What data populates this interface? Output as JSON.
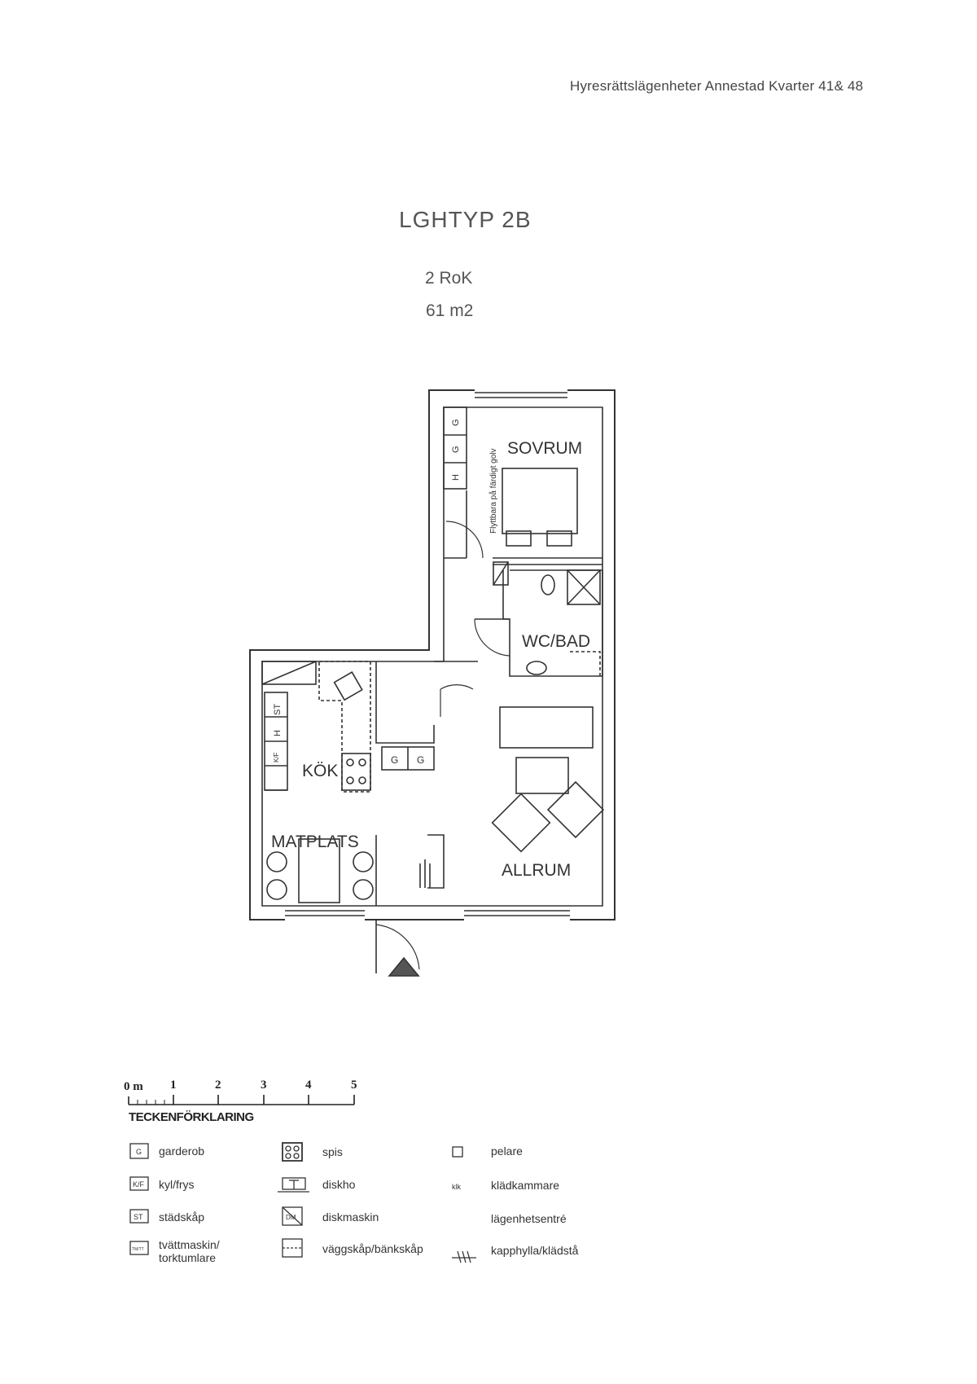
{
  "header": {
    "project": "Hyresrättslägenheter Annestad  Kvarter 41& 48"
  },
  "title": "LGHTYP 2B",
  "subtitle": {
    "rooms": "2 RoK",
    "area": "61 m2"
  },
  "plan": {
    "rooms": {
      "sovrum": "SOVRUM",
      "wcbad": "WC/BAD",
      "kok": "KÖK",
      "matplats": "MATPLATS",
      "allrum": "ALLRUM"
    },
    "note": "Flyttbara på färdigt golv",
    "codes": {
      "g": "G",
      "h": "H",
      "st": "ST",
      "kf": "K/F"
    }
  },
  "scale": {
    "unit": "0 m",
    "ticks": [
      "1",
      "2",
      "3",
      "4",
      "5"
    ]
  },
  "legend": {
    "title": "TECKENFÖRKLARING",
    "items": {
      "garderob": "garderob",
      "kylfrys": "kyl/frys",
      "stadskap": "städskåp",
      "tvatt": "tvättmaskin/\ntorktumlare",
      "spis": "spis",
      "diskho": "diskho",
      "diskmaskin": "diskmaskin",
      "vaggskap": "väggskåp/bänkskåp",
      "pelare": "pelare",
      "kladkammare": "klädkammare",
      "entre": "lägenhetsentré",
      "kapphylla": "kapphylla/klädstå"
    },
    "symbols": {
      "g": "G",
      "kf": "K/F",
      "st": "ST",
      "tm": "TM/TT",
      "dm": "DM",
      "klk": "klk"
    }
  }
}
